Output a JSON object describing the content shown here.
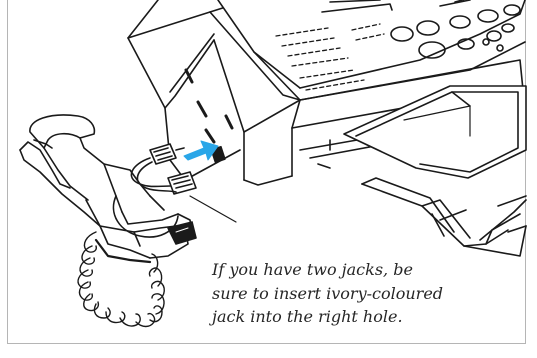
{
  "caption": {
    "lines": [
      "If you have two jacks, be",
      "sure to insert ivory-coloured",
      "jack into the right hole."
    ]
  },
  "colors": {
    "arrow": "#2aa6e8",
    "ink": "#1a1a1a",
    "frame": "#b5b5b5"
  }
}
